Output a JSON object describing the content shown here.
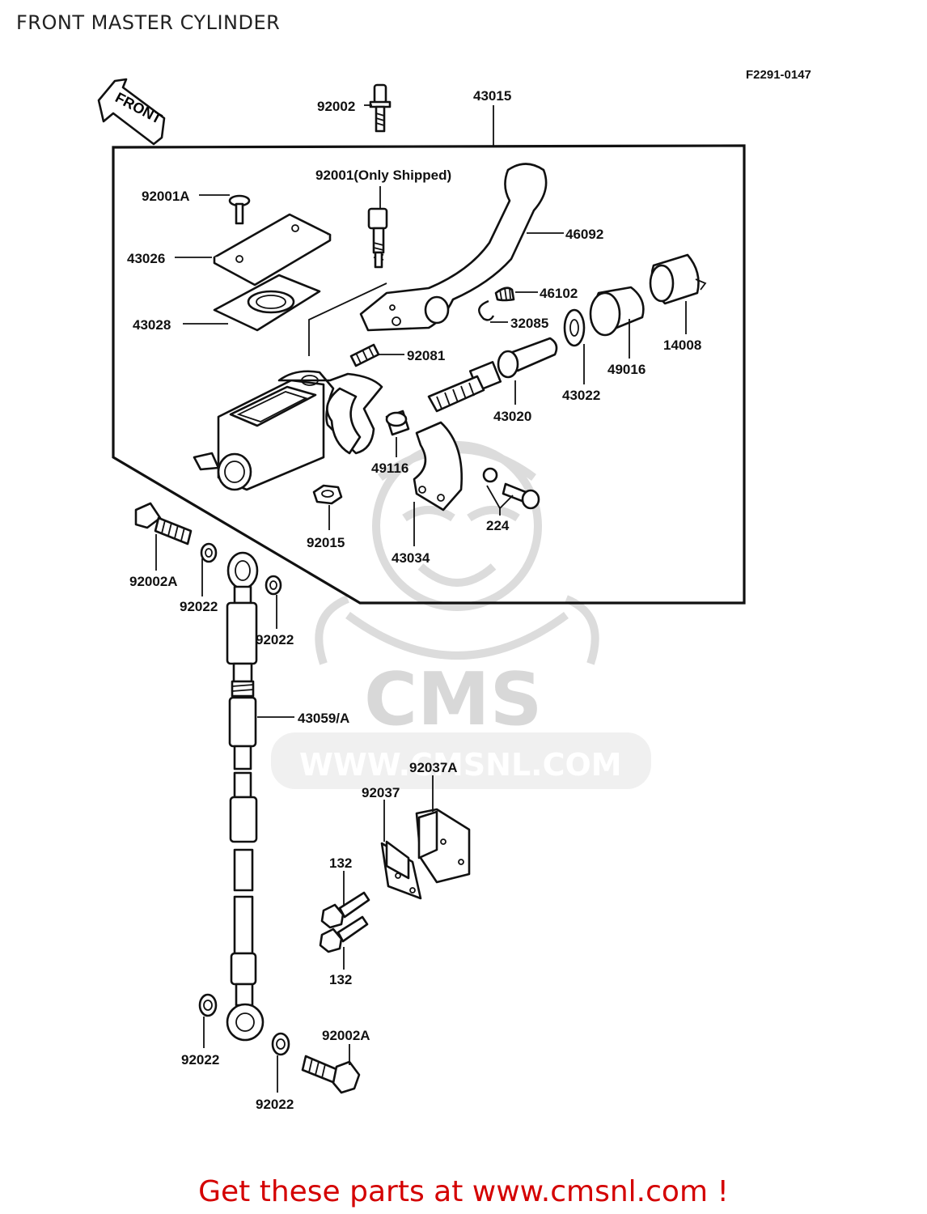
{
  "header": {
    "title": "FRONT MASTER CYLINDER",
    "diagram_code": "F2291-0147"
  },
  "front_arrow": {
    "label": "FRONT"
  },
  "watermark": {
    "logo_text": "CMS",
    "url_text": "WWW.CMSNL.COM"
  },
  "parts": {
    "p92002": "92002",
    "p43015": "43015",
    "p92001": "92001(Only Shipped)",
    "p92001A": "92001A",
    "p43026": "43026",
    "p43028": "43028",
    "p46092": "46092",
    "p46102": "46102",
    "p32085": "32085",
    "p14008": "14008",
    "p49016": "49016",
    "p92081": "92081",
    "p43022": "43022",
    "p43020": "43020",
    "p49116": "49116",
    "p224": "224",
    "p92015": "92015",
    "p43034": "43034",
    "p92002A_top": "92002A",
    "p92022_a": "92022",
    "p92022_b": "92022",
    "p43059A": "43059/A",
    "p92037A": "92037A",
    "p92037": "92037",
    "p132_a": "132",
    "p132_b": "132",
    "p92022_c": "92022",
    "p92002A_bottom": "92002A",
    "p92022_d": "92022"
  },
  "footer": {
    "text": "Get these parts at www.cmsnl.com !"
  },
  "colors": {
    "footer": "#d40000",
    "line": "#111111",
    "watermark": "#dcdcdc"
  }
}
